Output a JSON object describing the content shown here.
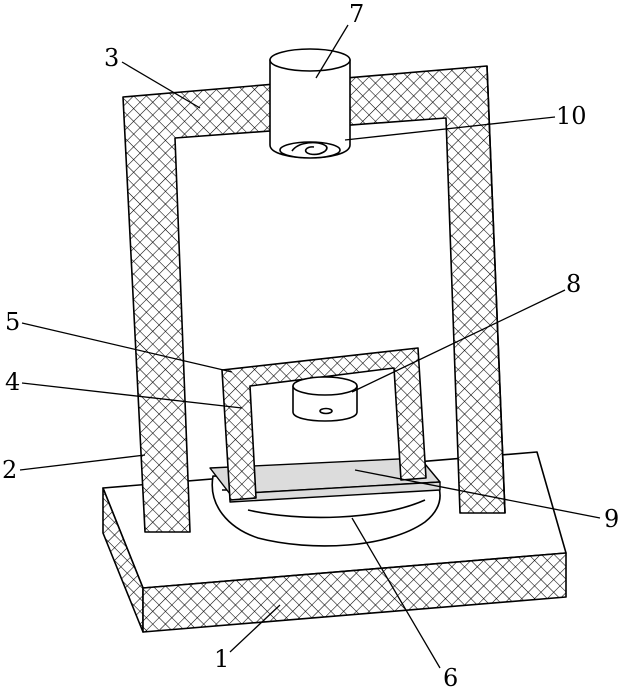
{
  "diagram": {
    "labels": {
      "l1": "1",
      "l2": "2",
      "l3": "3",
      "l4": "4",
      "l5": "5",
      "l6": "6",
      "l7": "7",
      "l8": "8",
      "l9": "9",
      "l10": "10"
    },
    "hatch_color": "#000000",
    "stage_fill": "#dcdcdc"
  }
}
